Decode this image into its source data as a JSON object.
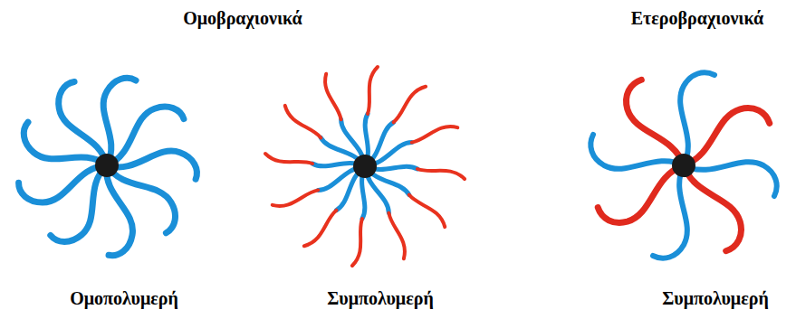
{
  "diagram": {
    "labels": [
      "Ομοβραχιονικά",
      "Ετεροβραχιονικά",
      "Ομοπολυμερή",
      "Συμπολυμερή",
      "Συμπολυμερή"
    ]
  }
}
